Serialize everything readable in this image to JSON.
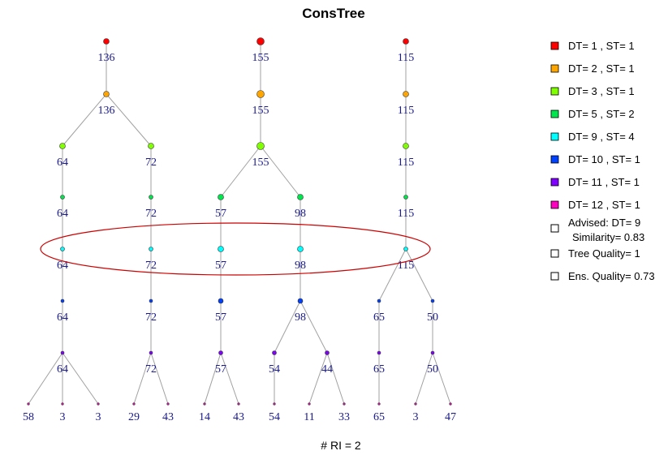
{
  "title": "ConsTree",
  "footer": "# RI = 2",
  "legend": [
    {
      "label": "DT= 1 , ST= 1",
      "color": "#ff0000"
    },
    {
      "label": "DT= 2 , ST= 1",
      "color": "#ffa500"
    },
    {
      "label": "DT= 3 , ST= 1",
      "color": "#7fff00"
    },
    {
      "label": "DT= 5 , ST= 2",
      "color": "#00e64d"
    },
    {
      "label": "DT= 9 , ST= 4",
      "color": "#00ffff"
    },
    {
      "label": "DT= 10 , ST= 1",
      "color": "#0040ff"
    },
    {
      "label": "DT= 11 , ST= 1",
      "color": "#8000ff"
    },
    {
      "label": "DT= 12 , ST= 1",
      "color": "#ff00c0"
    }
  ],
  "info": {
    "advised_line1": "Advised: DT= 9",
    "advised_line2": "Similarity= 0.83",
    "tree_quality": "Tree Quality= 1",
    "ens_quality": "Ens. Quality= 0.73"
  },
  "highlight_color": "#cc0000",
  "trees": [
    {
      "levels": [
        {
          "color": "#ff0000",
          "nodes": [
            {
              "value": "136",
              "parent": null
            }
          ]
        },
        {
          "color": "#ffa500",
          "nodes": [
            {
              "value": "136",
              "parent": 0
            }
          ]
        },
        {
          "color": "#7fff00",
          "nodes": [
            {
              "value": "64",
              "parent": 0
            },
            {
              "value": "72",
              "parent": 0
            }
          ]
        },
        {
          "color": "#00e64d",
          "nodes": [
            {
              "value": "64",
              "parent": 0
            },
            {
              "value": "72",
              "parent": 1
            }
          ]
        },
        {
          "color": "#00ffff",
          "nodes": [
            {
              "value": "64",
              "parent": 0
            },
            {
              "value": "72",
              "parent": 1
            }
          ]
        },
        {
          "color": "#0040ff",
          "nodes": [
            {
              "value": "64",
              "parent": 0
            },
            {
              "value": "72",
              "parent": 1
            }
          ]
        },
        {
          "color": "#8000ff",
          "nodes": [
            {
              "value": "64",
              "parent": 0
            },
            {
              "value": "72",
              "parent": 1
            }
          ]
        },
        {
          "color": "#ff00c0",
          "nodes": [
            {
              "value": "58",
              "parent": 0
            },
            {
              "value": "3",
              "parent": 0
            },
            {
              "value": "3",
              "parent": 0
            },
            {
              "value": "29",
              "parent": 1
            },
            {
              "value": "43",
              "parent": 1
            }
          ]
        }
      ]
    },
    {
      "levels": [
        {
          "color": "#ff0000",
          "nodes": [
            {
              "value": "155",
              "parent": null
            }
          ]
        },
        {
          "color": "#ffa500",
          "nodes": [
            {
              "value": "155",
              "parent": 0
            }
          ]
        },
        {
          "color": "#7fff00",
          "nodes": [
            {
              "value": "155",
              "parent": 0
            }
          ]
        },
        {
          "color": "#00e64d",
          "nodes": [
            {
              "value": "57",
              "parent": 0
            },
            {
              "value": "98",
              "parent": 0
            }
          ]
        },
        {
          "color": "#00ffff",
          "nodes": [
            {
              "value": "57",
              "parent": 0
            },
            {
              "value": "98",
              "parent": 1
            }
          ]
        },
        {
          "color": "#0040ff",
          "nodes": [
            {
              "value": "57",
              "parent": 0
            },
            {
              "value": "98",
              "parent": 1
            }
          ]
        },
        {
          "color": "#8000ff",
          "nodes": [
            {
              "value": "57",
              "parent": 0
            },
            {
              "value": "54",
              "parent": 1
            },
            {
              "value": "44",
              "parent": 1
            }
          ]
        },
        {
          "color": "#ff00c0",
          "nodes": [
            {
              "value": "14",
              "parent": 0
            },
            {
              "value": "43",
              "parent": 0
            },
            {
              "value": "54",
              "parent": 1
            },
            {
              "value": "11",
              "parent": 2
            },
            {
              "value": "33",
              "parent": 2
            }
          ]
        }
      ]
    },
    {
      "levels": [
        {
          "color": "#ff0000",
          "nodes": [
            {
              "value": "115",
              "parent": null
            }
          ]
        },
        {
          "color": "#ffa500",
          "nodes": [
            {
              "value": "115",
              "parent": 0
            }
          ]
        },
        {
          "color": "#7fff00",
          "nodes": [
            {
              "value": "115",
              "parent": 0
            }
          ]
        },
        {
          "color": "#00e64d",
          "nodes": [
            {
              "value": "115",
              "parent": 0
            }
          ]
        },
        {
          "color": "#00ffff",
          "nodes": [
            {
              "value": "115",
              "parent": 0
            }
          ]
        },
        {
          "color": "#0040ff",
          "nodes": [
            {
              "value": "65",
              "parent": 0
            },
            {
              "value": "50",
              "parent": 0
            }
          ]
        },
        {
          "color": "#8000ff",
          "nodes": [
            {
              "value": "65",
              "parent": 0
            },
            {
              "value": "50",
              "parent": 1
            }
          ]
        },
        {
          "color": "#ff00c0",
          "nodes": [
            {
              "value": "65",
              "parent": 0
            },
            {
              "value": "3",
              "parent": 1
            },
            {
              "value": "47",
              "parent": 1
            }
          ]
        }
      ]
    }
  ]
}
